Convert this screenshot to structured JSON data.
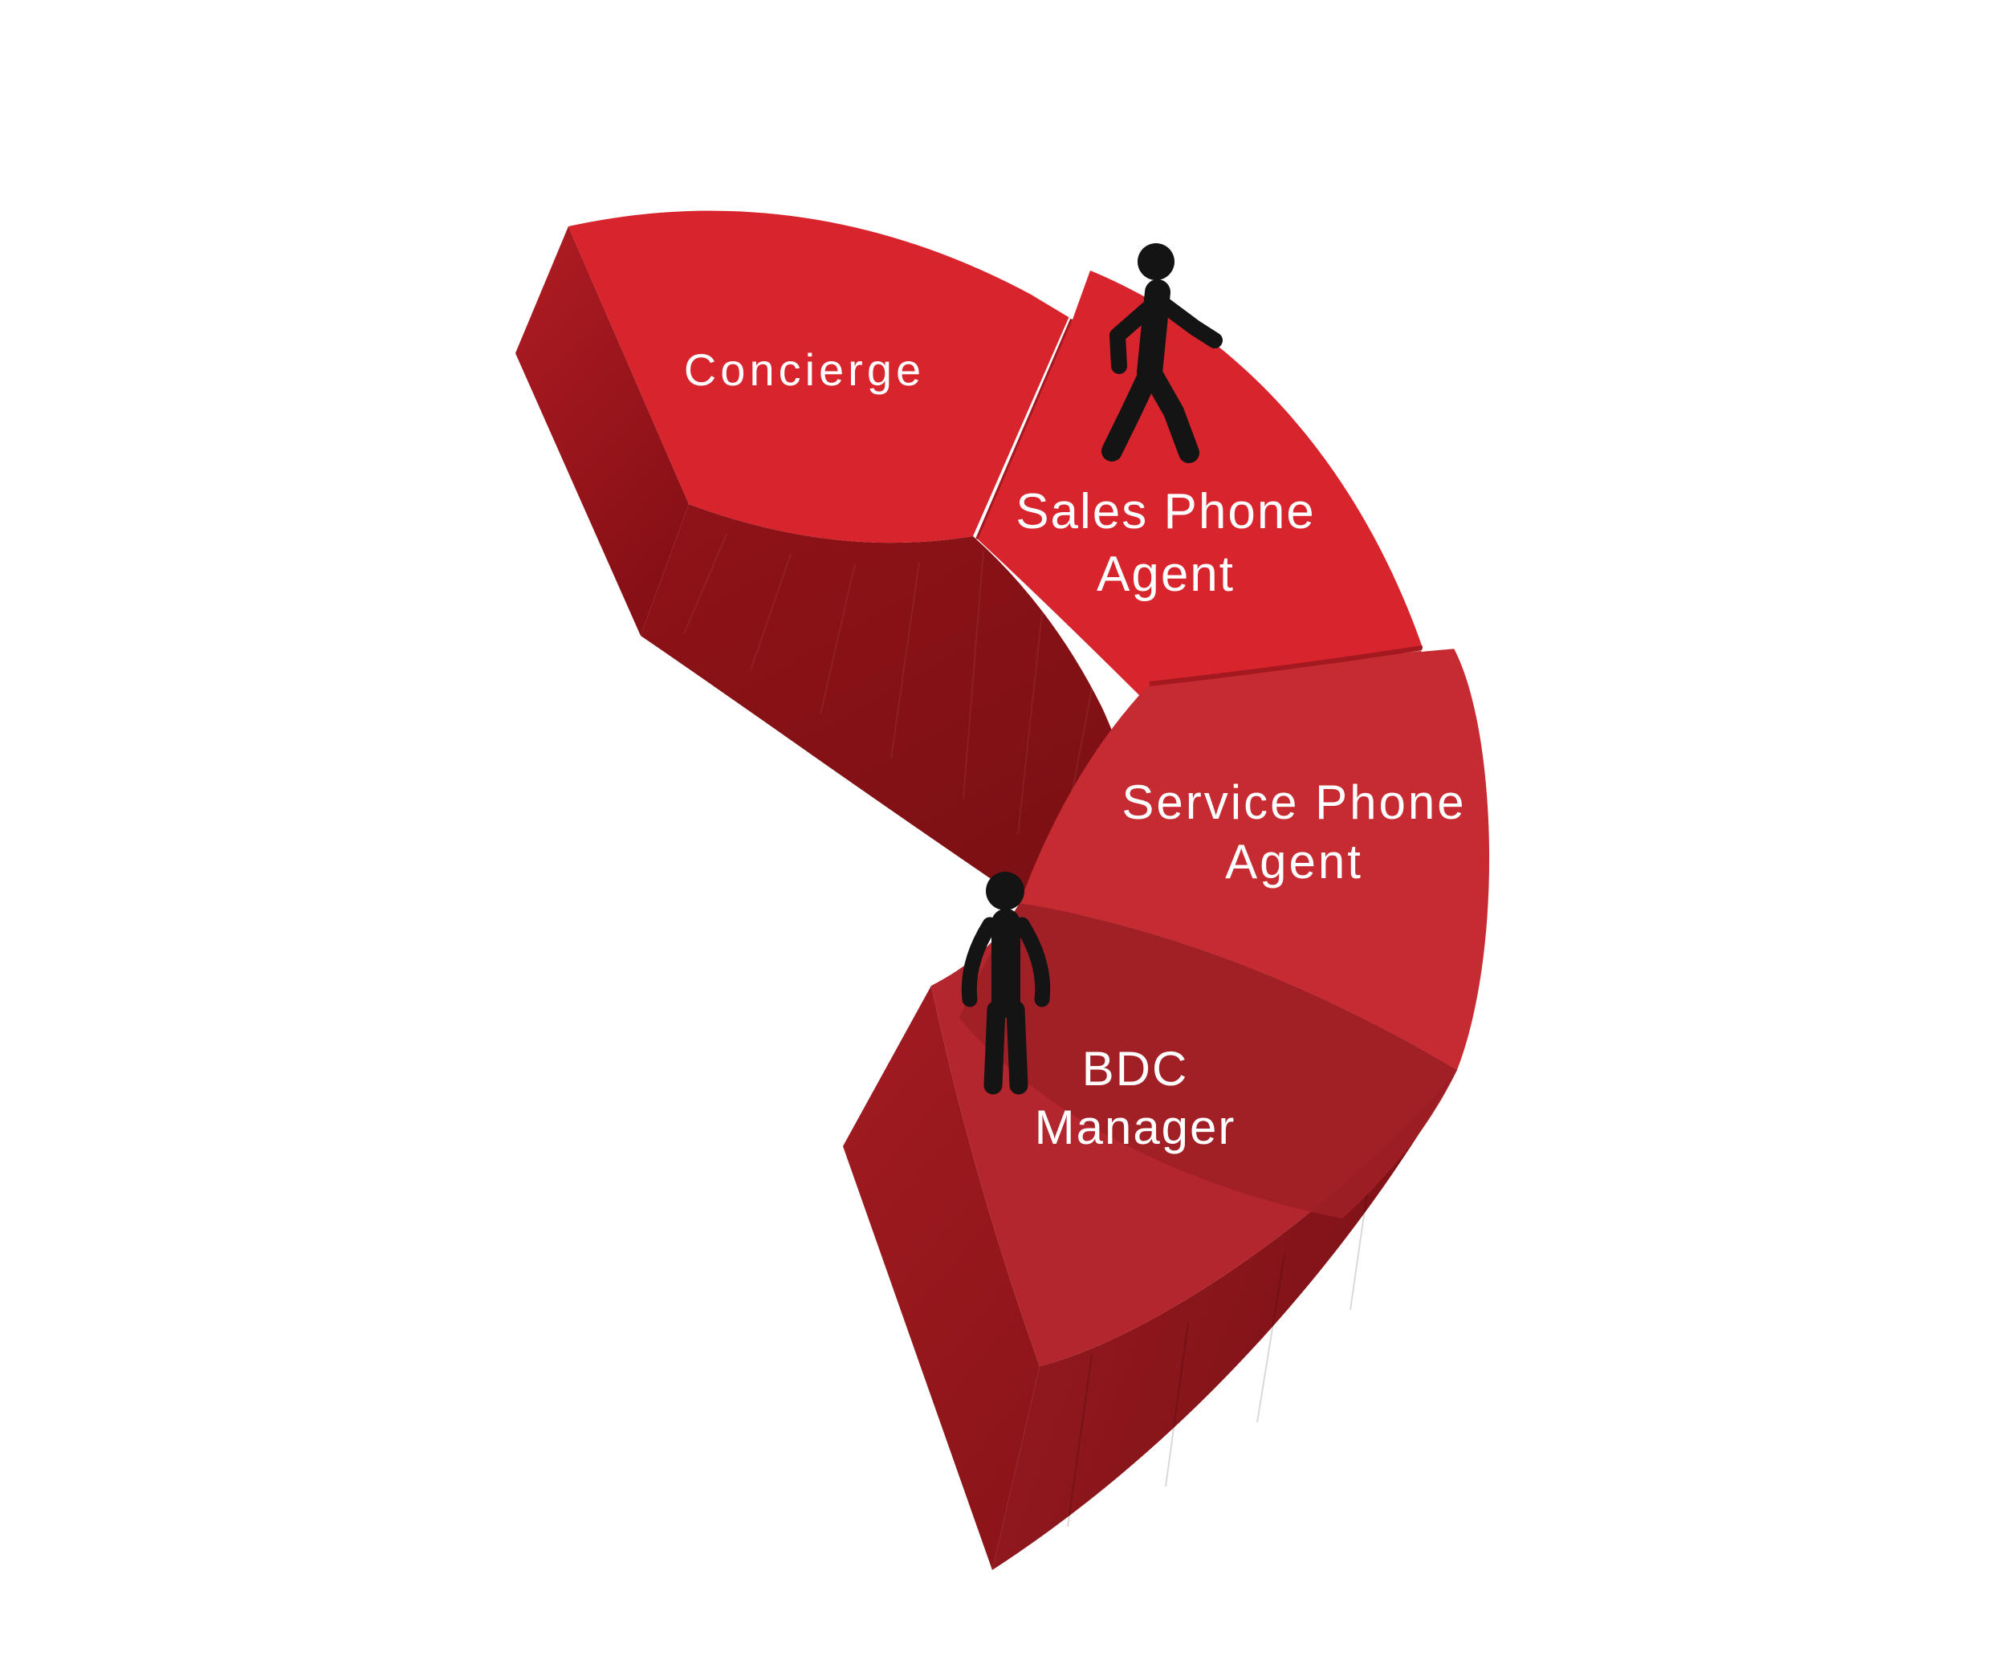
{
  "diagram": {
    "type": "3d-spiral-arc-process-diagram",
    "background": "#ffffff",
    "segments": [
      {
        "id": "concierge",
        "label": "Concierge",
        "lines": [
          "Concierge"
        ]
      },
      {
        "id": "sales-phone-agent",
        "label": "Sales Phone Agent",
        "lines": [
          "Sales Phone",
          "Agent"
        ]
      },
      {
        "id": "service-phone-agent",
        "label": "Service Phone Agent",
        "lines": [
          "Service Phone",
          "Agent"
        ]
      },
      {
        "id": "bdc-manager",
        "label": "BDC Manager",
        "lines": [
          "BDC",
          "Manager"
        ]
      }
    ],
    "icons": [
      {
        "name": "walking-person-icon",
        "on_segment": "Sales Phone Agent"
      },
      {
        "name": "standing-person-icon",
        "on_segment": "BDC Manager"
      }
    ],
    "colors": {
      "top_bright": "#d8242c",
      "service_top": "#c62b32",
      "bdc_top": "#b4262d",
      "bdc_shadow": "#9e2026",
      "side_light": "#b01c23",
      "side_dark": "#871016",
      "wall_light": "#8f1318",
      "wall_dark": "#7c1014",
      "bdc_wall_light": "#961b21",
      "bdc_wall_dark": "#7d1116",
      "bdc_side_light": "#a21b21",
      "bdc_side_dark": "#8d151a",
      "seam": "#a41920",
      "icon_black": "#141414",
      "label_white": "#ffffff",
      "background_white": "#ffffff"
    }
  }
}
